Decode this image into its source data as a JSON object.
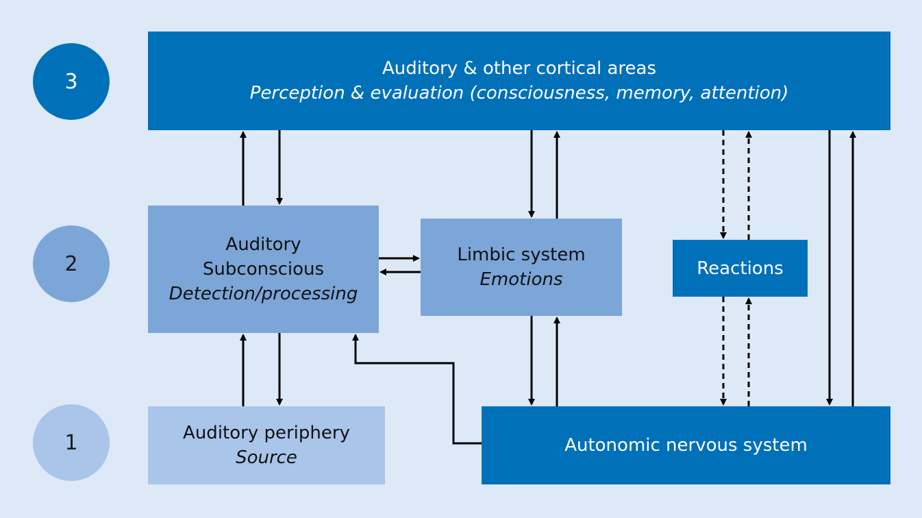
{
  "levels": [
    {
      "label": "3"
    },
    {
      "label": "2"
    },
    {
      "label": "1"
    }
  ],
  "boxes": {
    "cortical": {
      "title": "Auditory & other cortical areas",
      "subtitle": "Perception & evaluation (consciousness, memory, attention)"
    },
    "subconscious": {
      "line1": "Auditory",
      "line2": "Subconscious",
      "subtitle": "Detection/processing"
    },
    "limbic": {
      "title": "Limbic system",
      "subtitle": "Emotions"
    },
    "reactions": {
      "title": "Reactions"
    },
    "periphery": {
      "title": "Auditory periphery",
      "subtitle": "Source"
    },
    "autonomic": {
      "title": "Autonomic nervous system"
    }
  },
  "colors": {
    "background": "#dde9f7",
    "dark_blue": "#0071b8",
    "mid_blue": "#7ca5d8",
    "light_blue": "#a9c5ea",
    "arrow": "#000000"
  }
}
